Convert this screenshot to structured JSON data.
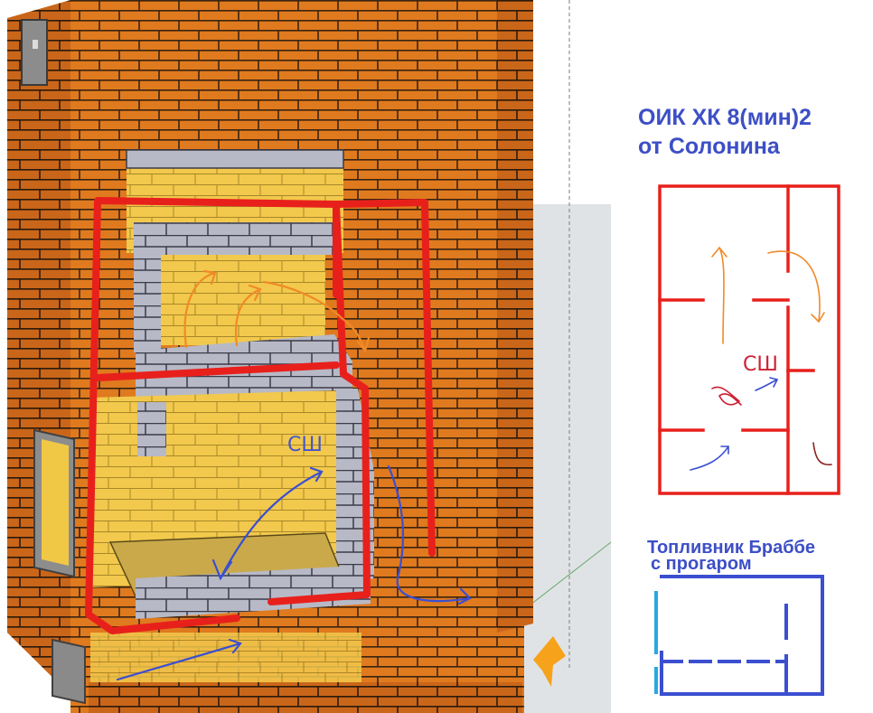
{
  "title": {
    "line1": "ОИК ХК 8(мин)2",
    "line2": "от Солонина"
  },
  "subtitle": {
    "line1": "Топливник Браббе",
    "line2": "с прогаром"
  },
  "labels": {
    "slide_damper_main": "СШ",
    "slide_damper_scheme": "СШ"
  },
  "colors": {
    "brick": "#e07a1e",
    "mortar": "#3a2410",
    "firebrick": "#f2c94c",
    "chamotte_grey": "#b7b9c6",
    "flow_red": "#e8201c",
    "flow_blue": "#3b4fd0",
    "flow_orange": "#f08a28",
    "title_blue": "#3d4fc6",
    "sky_grey": "#dfe3e6",
    "marker_orange": "#f7a21b"
  },
  "icons": {
    "cleanout_door": "cleanout-door-icon",
    "firebox_door": "firebox-door-icon",
    "ash_door": "ash-door-icon",
    "axis_marker": "axis-arrow-icon"
  }
}
